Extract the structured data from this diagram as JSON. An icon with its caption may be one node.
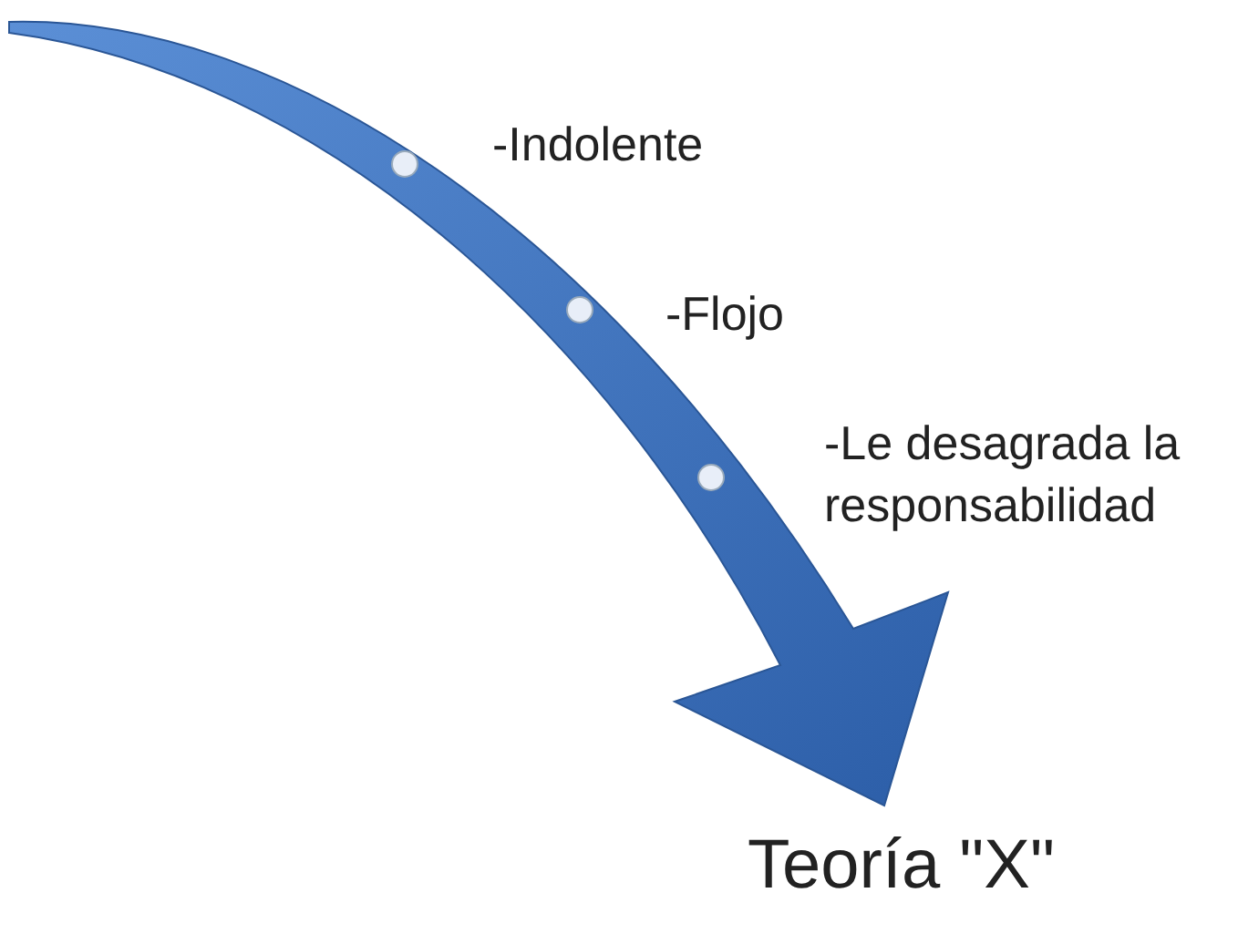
{
  "diagram": {
    "caption": "Teoría \"X\"",
    "labels": [
      "-Indolente",
      "-Flojo",
      "-Le desagrada la responsabilidad"
    ]
  }
}
